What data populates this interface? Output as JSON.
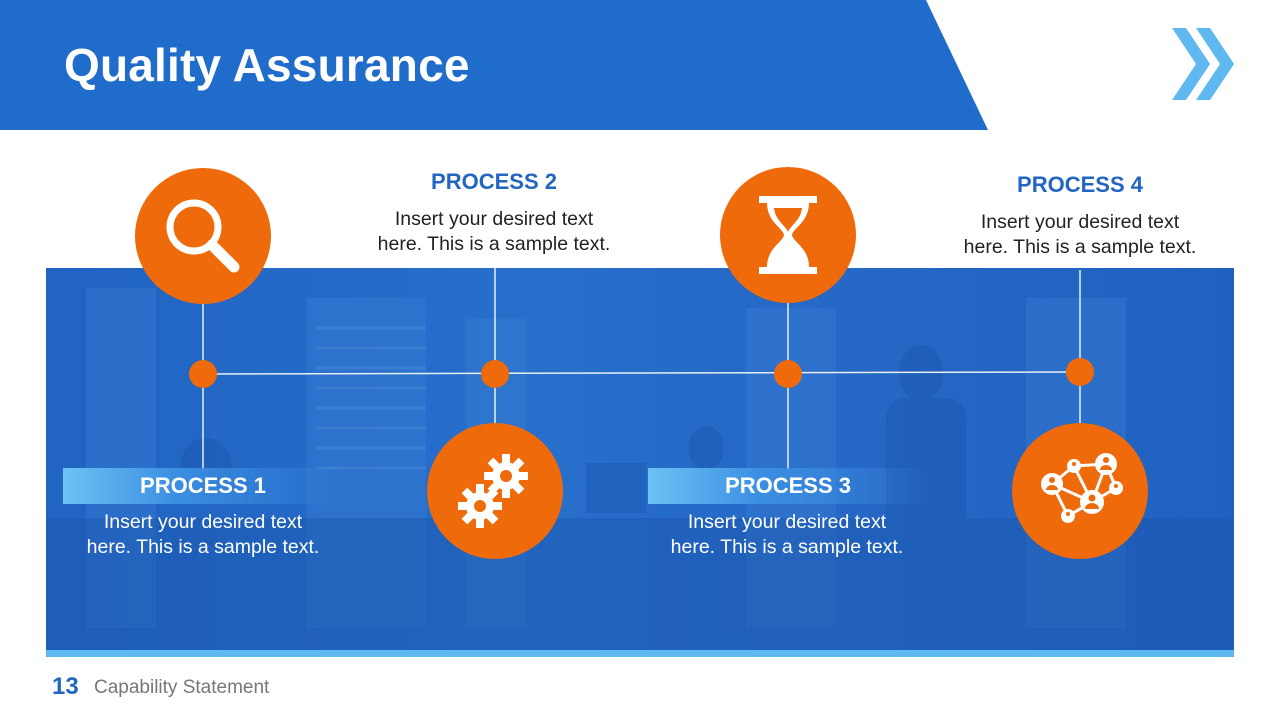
{
  "slide": {
    "title": "Quality Assurance",
    "number": "13",
    "footer": "Capability Statement"
  },
  "colors": {
    "primary_blue": "#2366c2",
    "accent_orange": "#ef6a0a",
    "light_blue": "#5fb8f0"
  },
  "icons": {
    "process1": "magnifier-icon",
    "process2": "gears-icon",
    "process3": "hourglass-icon",
    "process4": "network-icon",
    "header": "double-chevron-right-icon"
  },
  "processes": [
    {
      "title": "PROCESS 1",
      "text_line1": "Insert your desired text",
      "text_line2": "here. This is a sample text."
    },
    {
      "title": "PROCESS 2",
      "text_line1": "Insert your desired text",
      "text_line2": "here. This is a sample text."
    },
    {
      "title": "PROCESS 3",
      "text_line1": "Insert your desired text",
      "text_line2": "here. This is a sample text."
    },
    {
      "title": "PROCESS 4",
      "text_line1": "Insert your desired text",
      "text_line2": "here. This is a sample text."
    }
  ]
}
